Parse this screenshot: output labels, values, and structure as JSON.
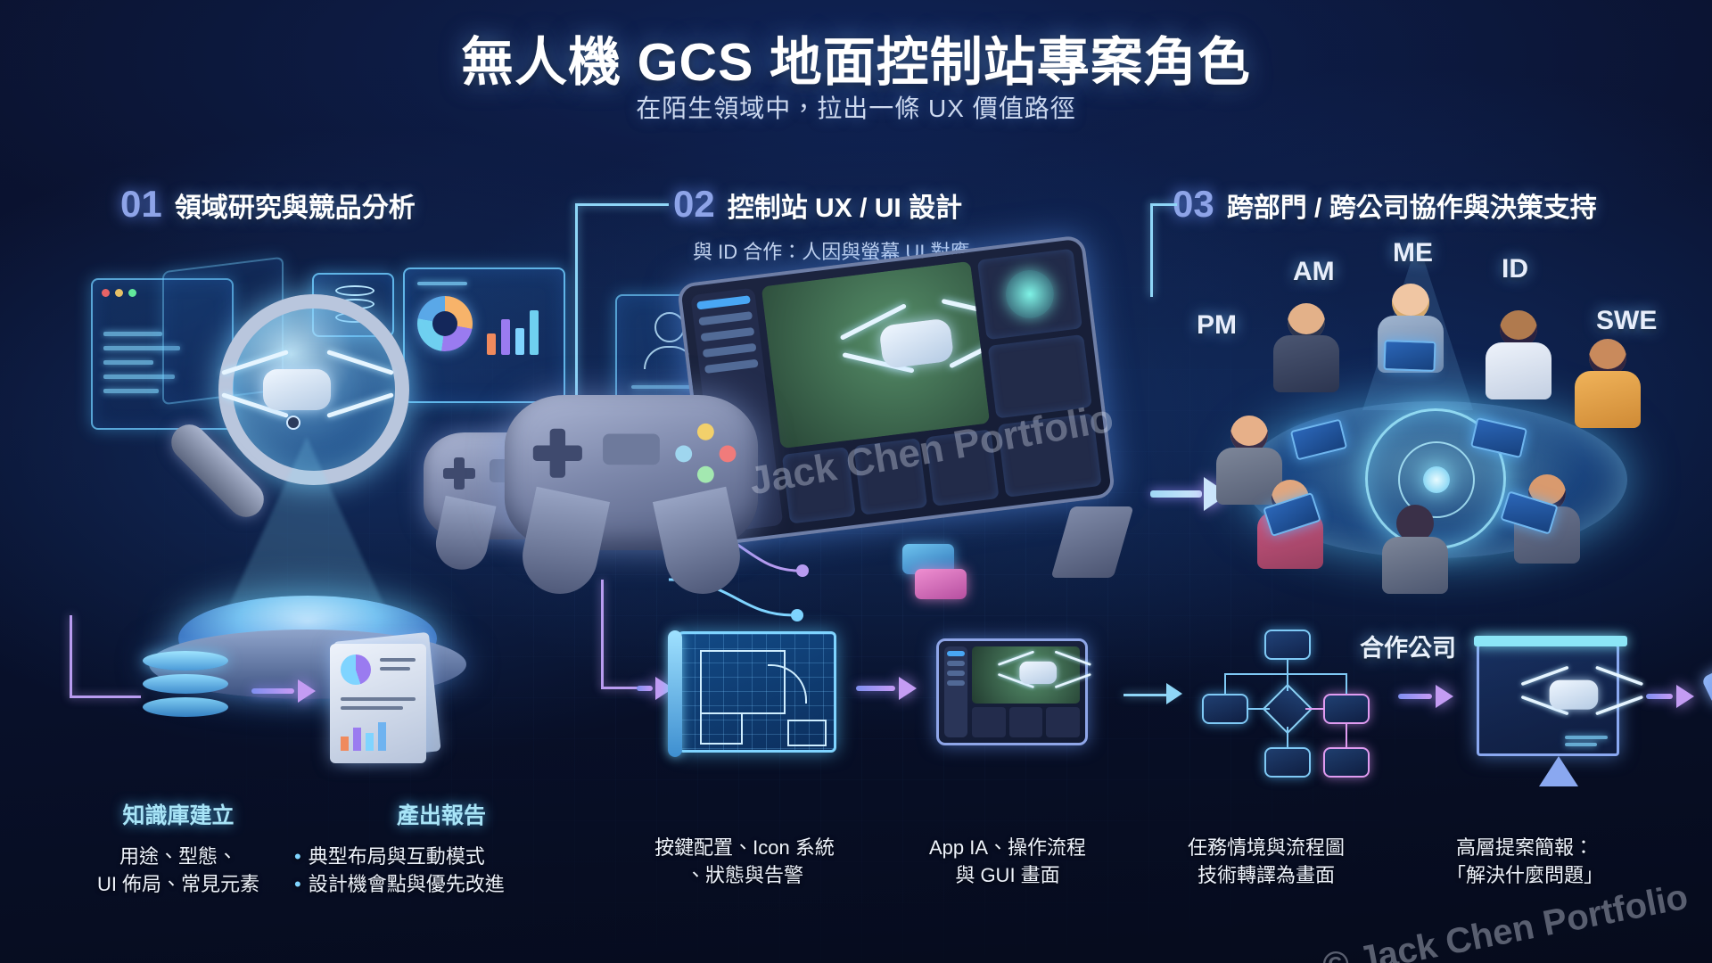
{
  "header": {
    "title": "無人機 GCS 地面控制站專案角色",
    "subtitle": "在陌生領域中，拉出一條 UX 價值路徑"
  },
  "steps": [
    {
      "number": "01",
      "title": "領域研究與競品分析",
      "subtitle": ""
    },
    {
      "number": "02",
      "title": "控制站 UX / UI 設計",
      "subtitle": "與 ID 合作：人因與螢幕 UI 對應"
    },
    {
      "number": "03",
      "title": "跨部門 / 跨公司協作與決策支持",
      "subtitle": ""
    }
  ],
  "captions": {
    "knowledge_base": {
      "title": "知識庫建立",
      "line1": "用途、型態、",
      "line2": "UI 佈局、常見元素"
    },
    "report": {
      "title": "產出報告",
      "bullet1": "典型布局與互動模式",
      "bullet2": "設計機會點與優先改進",
      "bullet_mark": "•"
    },
    "icon_system": {
      "line1": "按鍵配置、Icon 系統",
      "line2": "、狀態與告警"
    },
    "app_ia": {
      "line1": "App IA、操作流程",
      "line2": "與 GUI 畫面"
    },
    "mission_flow": {
      "line1": "任務情境與流程圖",
      "line2": "技術轉譯為畫面"
    },
    "exec_deck": {
      "line1": "高層提案簡報：",
      "line2": "「解決什麼問題」"
    }
  },
  "meeting": {
    "roles": [
      "PM",
      "AM",
      "ME",
      "ID",
      "SWE"
    ],
    "partner_label": "合作公司"
  },
  "watermarks": {
    "center": "Jack Chen Portfolio",
    "corner": "© Jack Chen Portfolio"
  },
  "colors": {
    "background": "#060b1c",
    "accent_cyan": "#7fd4ff",
    "accent_purple": "#b99cf0",
    "step_number": "#8ea4e8",
    "caption_title": "#a8e4f7",
    "text_primary": "#ffffff"
  }
}
